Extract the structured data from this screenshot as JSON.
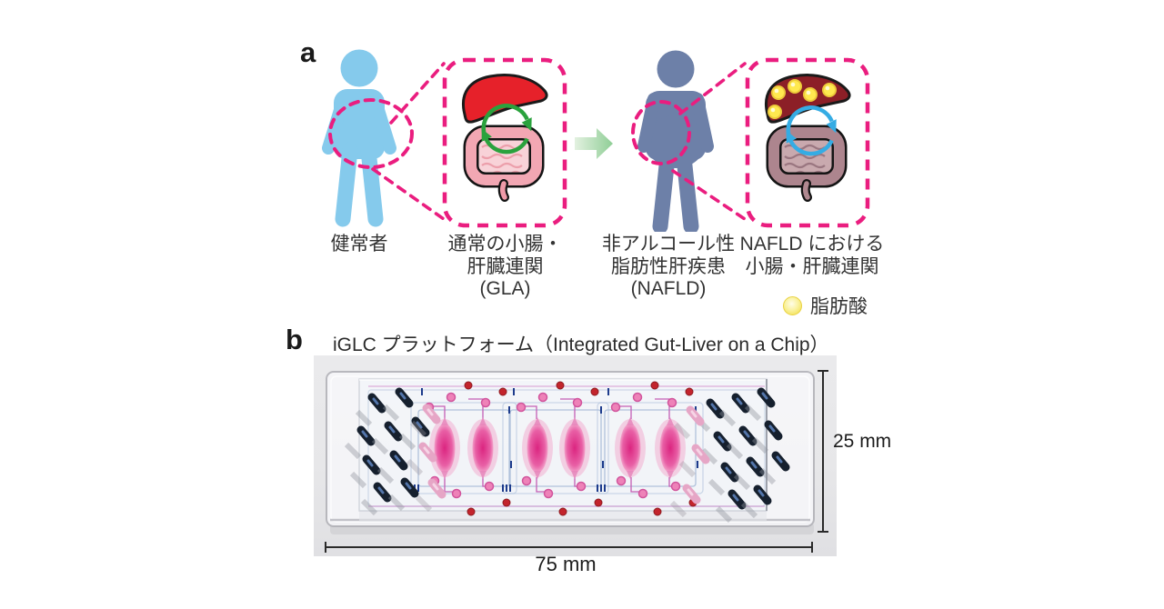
{
  "figure": {
    "panel_a": {
      "label": "a",
      "healthy_person": {
        "label": "健常者"
      },
      "gla_inset": {
        "line1": "通常の小腸・",
        "line2": "肝臓連関",
        "line3": "(GLA)"
      },
      "nafld_person": {
        "line1": "非アルコール性",
        "line2": "脂肪性肝疾患",
        "line3": "(NAFLD)"
      },
      "nafld_inset": {
        "line1": "NAFLD における",
        "line2": "小腸・肝臓連関"
      },
      "legend": {
        "label": "脂肪酸"
      }
    },
    "panel_b": {
      "label": "b",
      "title": "iGLC プラットフォーム（Integrated Gut-Liver on a Chip）",
      "chip": {
        "width_label": "75 mm",
        "height_label": "25 mm",
        "chamber_count": 6
      }
    },
    "colors": {
      "healthy_person": "#85caec",
      "nafld_person": "#6d80a8",
      "highlight_pink": "#ea1d7f",
      "healthy_liver": "#e6212a",
      "fatty_liver": "#8c1f27",
      "healthy_intestine": "#f2a7b3",
      "nafld_intestine": "#ad858e",
      "gla_arrow_green": "#2aa23d",
      "nafld_arrow_blue": "#35ace4",
      "fatty_acid_yellow": "#ffe94f",
      "chamber_pink": "#dd2e86"
    }
  }
}
